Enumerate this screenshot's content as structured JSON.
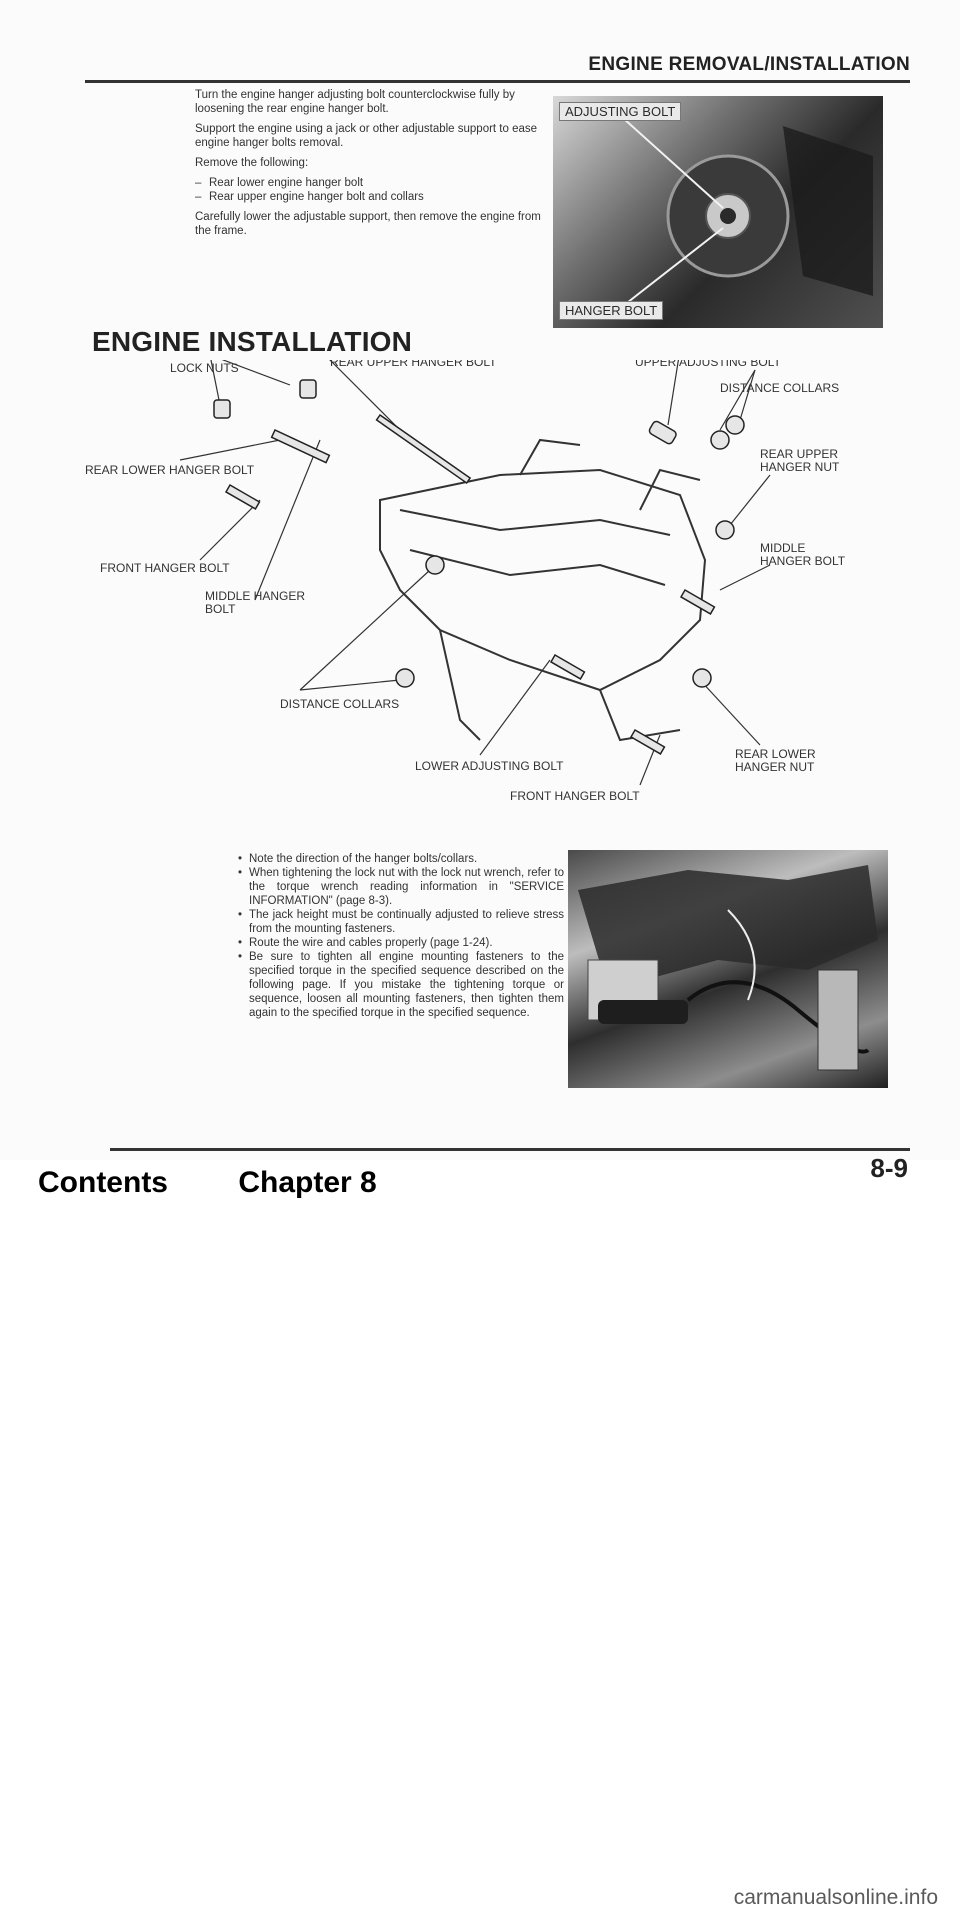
{
  "header": {
    "section_title": "ENGINE REMOVAL/INSTALLATION"
  },
  "removal": {
    "para1": "Turn the engine hanger adjusting bolt counterclockwise fully by loosening the rear engine hanger bolt.",
    "para2": "Support the engine using a jack or other adjustable support to ease engine hanger bolts removal.",
    "para3": "Remove the following:",
    "items": [
      "Rear lower engine hanger bolt",
      "Rear upper engine hanger bolt and collars"
    ],
    "para4": "Carefully lower the adjustable support, then remove the engine from the frame."
  },
  "photo_top": {
    "callout_1": "ADJUSTING BOLT",
    "callout_2": "HANGER BOLT"
  },
  "installation": {
    "heading": "ENGINE INSTALLATION"
  },
  "diagram": {
    "labels": {
      "lock_nuts": "LOCK NUTS",
      "rear_upper_hanger_bolt": "REAR UPPER HANGER BOLT",
      "upper_adjusting_bolt": "UPPER ADJUSTING BOLT",
      "distance_collars_top": "DISTANCE COLLARS",
      "rear_lower_hanger_bolt": "REAR LOWER HANGER BOLT",
      "rear_upper_hanger_nut_1": "REAR UPPER",
      "rear_upper_hanger_nut_2": "HANGER NUT",
      "front_hanger_bolt_left": "FRONT HANGER BOLT",
      "middle_hanger_bolt_right_1": "MIDDLE",
      "middle_hanger_bolt_right_2": "HANGER BOLT",
      "middle_hanger_bolt_left_1": "MIDDLE HANGER",
      "middle_hanger_bolt_left_2": "BOLT",
      "distance_collars_bottom": "DISTANCE COLLARS",
      "lower_adjusting_bolt": "LOWER ADJUSTING BOLT",
      "rear_lower_hanger_nut_1": "REAR LOWER",
      "rear_lower_hanger_nut_2": "HANGER NUT",
      "front_hanger_bolt_bottom": "FRONT HANGER BOLT"
    }
  },
  "notes": [
    "Note the direction of the hanger bolts/collars.",
    "When tightening the lock nut with the lock nut wrench, refer to the torque wrench reading information in \"SERVICE INFORMATION\" (page 8-3).",
    "The jack height must be continually adjusted to relieve stress from the mounting fasteners.",
    "Route the wire and cables properly (page 1-24).",
    "Be sure to tighten all engine mounting fasteners to the specified torque in the specified sequence described on the following page. If you mistake the tightening torque or sequence, loosen all mounting fasteners, then tighten them again to the specified torque in the specified sequence."
  ],
  "footer": {
    "page_number": "8-9",
    "contents_link": "Contents",
    "chapter_link": "Chapter 8",
    "watermark": "carmanualsonline.info"
  }
}
